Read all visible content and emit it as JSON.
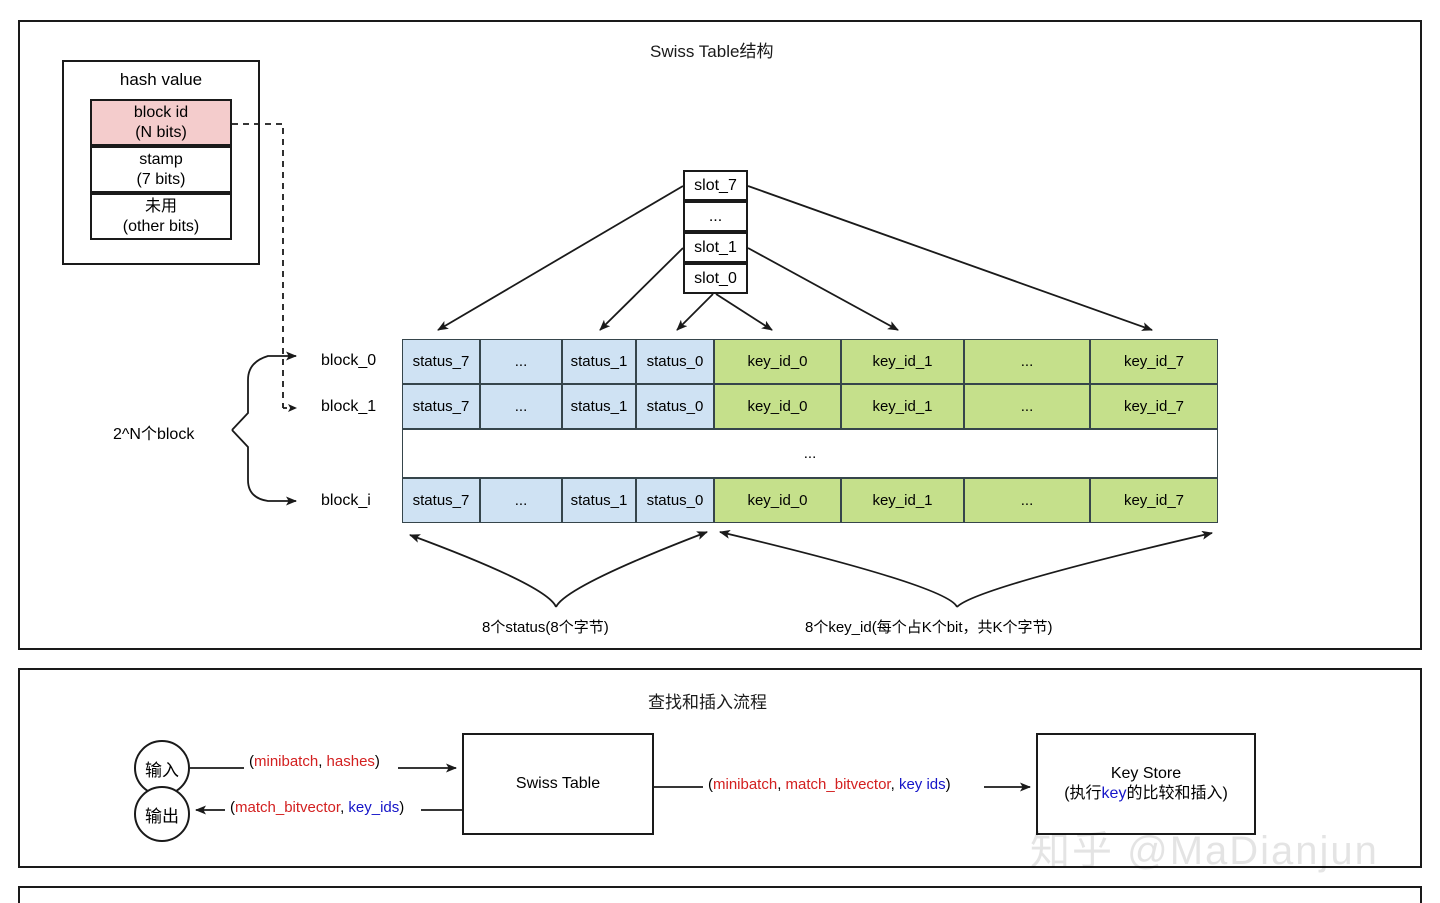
{
  "panels": {
    "structure": {
      "title": "Swiss Table结构"
    },
    "flow": {
      "title": "查找和插入流程"
    }
  },
  "hash_value": {
    "title": "hash value",
    "fields": [
      {
        "name": "block id",
        "bits": "(N bits)",
        "color": "#f4cccc"
      },
      {
        "name": "stamp",
        "bits": "(7 bits)",
        "color": "#ffffff"
      },
      {
        "name": "未用",
        "bits": "(other bits)",
        "color": "#ffffff"
      }
    ]
  },
  "blocks_label": "2^N个block",
  "slots": {
    "items": [
      "slot_7",
      "...",
      "slot_1",
      "slot_0"
    ]
  },
  "block_rows": [
    {
      "label": "block_0",
      "cells": [
        "status_7",
        "...",
        "status_1",
        "status_0",
        "key_id_0",
        "key_id_1",
        "...",
        "key_id_7"
      ]
    },
    {
      "label": "block_1",
      "cells": [
        "status_7",
        "...",
        "status_1",
        "status_0",
        "key_id_0",
        "key_id_1",
        "...",
        "key_id_7"
      ]
    },
    {
      "label": "",
      "cells": [
        "..."
      ]
    },
    {
      "label": "block_i",
      "cells": [
        "status_7",
        "...",
        "status_1",
        "status_0",
        "key_id_0",
        "key_id_1",
        "...",
        "key_id_7"
      ]
    }
  ],
  "bottom_annotations": [
    {
      "text": "8个status(8个字节)"
    },
    {
      "text": "8个key_id(每个占K个bit，共K个字节)"
    }
  ],
  "flow": {
    "input_node": "输入",
    "output_node": "输出",
    "swiss_table_box": "Swiss Table",
    "key_store_box": {
      "line1": "Key Store",
      "line2_prefix": "(执行",
      "line2_key": "key",
      "line2_suffix": "的比较和插入)"
    },
    "edges": [
      {
        "id": "input-to-swisstable",
        "parts": [
          {
            "text": "(",
            "color": "black"
          },
          {
            "text": "minibatch",
            "color": "red"
          },
          {
            "text": ", ",
            "color": "black"
          },
          {
            "text": "hashes",
            "color": "red"
          },
          {
            "text": ")",
            "color": "black"
          }
        ]
      },
      {
        "id": "swisstable-to-output",
        "parts": [
          {
            "text": "(",
            "color": "black"
          },
          {
            "text": "match_bitvector",
            "color": "red"
          },
          {
            "text": ", ",
            "color": "black"
          },
          {
            "text": "key_ids",
            "color": "blue"
          },
          {
            "text": ")",
            "color": "black"
          }
        ]
      },
      {
        "id": "swisstable-to-keystore",
        "parts": [
          {
            "text": "(",
            "color": "black"
          },
          {
            "text": "minibatch",
            "color": "red"
          },
          {
            "text": ", ",
            "color": "black"
          },
          {
            "text": "match_bitvector",
            "color": "red"
          },
          {
            "text": ", ",
            "color": "black"
          },
          {
            "text": "key ids",
            "color": "blue"
          },
          {
            "text": ")",
            "color": "black"
          }
        ]
      }
    ]
  },
  "watermark": "知乎 @MaDianjun",
  "colors": {
    "status_fill": "#cfe2f3",
    "keyid_fill": "#c5e08b",
    "blockid_fill": "#f4cccc",
    "stroke": "#1a1a1a",
    "red": "#d32020",
    "blue": "#1414c8"
  }
}
